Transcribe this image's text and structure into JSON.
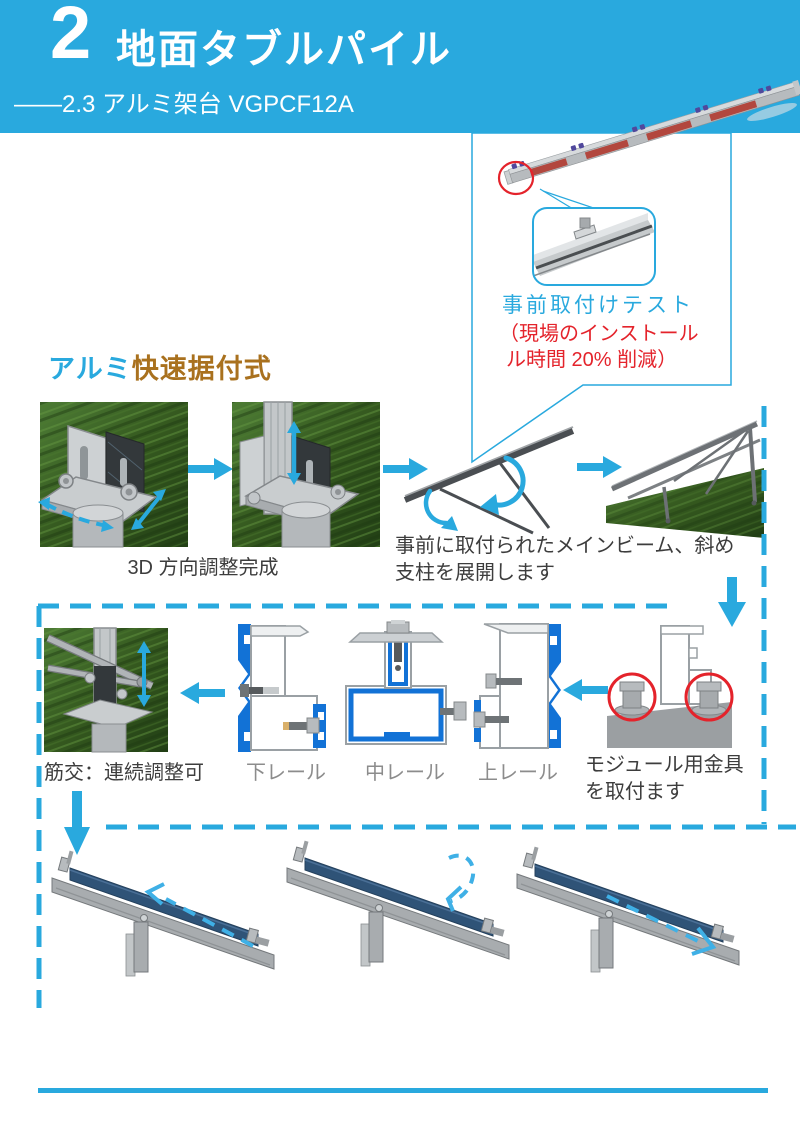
{
  "header": {
    "section_number": "2",
    "title": "地面タブルパイル",
    "subtitle": "——2.3 アルミ架台 VGPCF12A"
  },
  "callout": {
    "title": "事前取付けテスト",
    "note_line1": "（現場のインストール",
    "note_line2": "ル時間 20% 削減）"
  },
  "section": {
    "heading_accent": "アルミ",
    "heading_rest": "快速据付式"
  },
  "steps": {
    "adjust_caption": "3D 方向調整完成",
    "deploy_line1": "事前に取付られたメインビーム、斜め",
    "deploy_line2": "支柱を展開します",
    "brace_caption": "筋交：連続調整可",
    "rail_labels": [
      "下レール",
      "中レール",
      "上レール"
    ],
    "clamp_line1": "モジュール用金具",
    "clamp_line2": "を取付ます"
  },
  "colors": {
    "accent": "#29A9DE",
    "accent_light": "#3FB0E6",
    "heading_brown": "#A9711E",
    "red": "#E4232B",
    "rail_blue": "#1272D6",
    "panel_navy": "#2F5377",
    "text_dark": "#3D3D3D",
    "label_gray": "#8C8C8C"
  },
  "icons": {
    "arrow-right-icon": "➡",
    "arrow-left-icon": "⬅",
    "arrow-down-icon": "⬇",
    "double-arrow-icon": "⇕",
    "rotate-arrow-icon": "↻",
    "dashed-arrow-icon": "⇢",
    "highlight-circle-icon": "◯"
  }
}
